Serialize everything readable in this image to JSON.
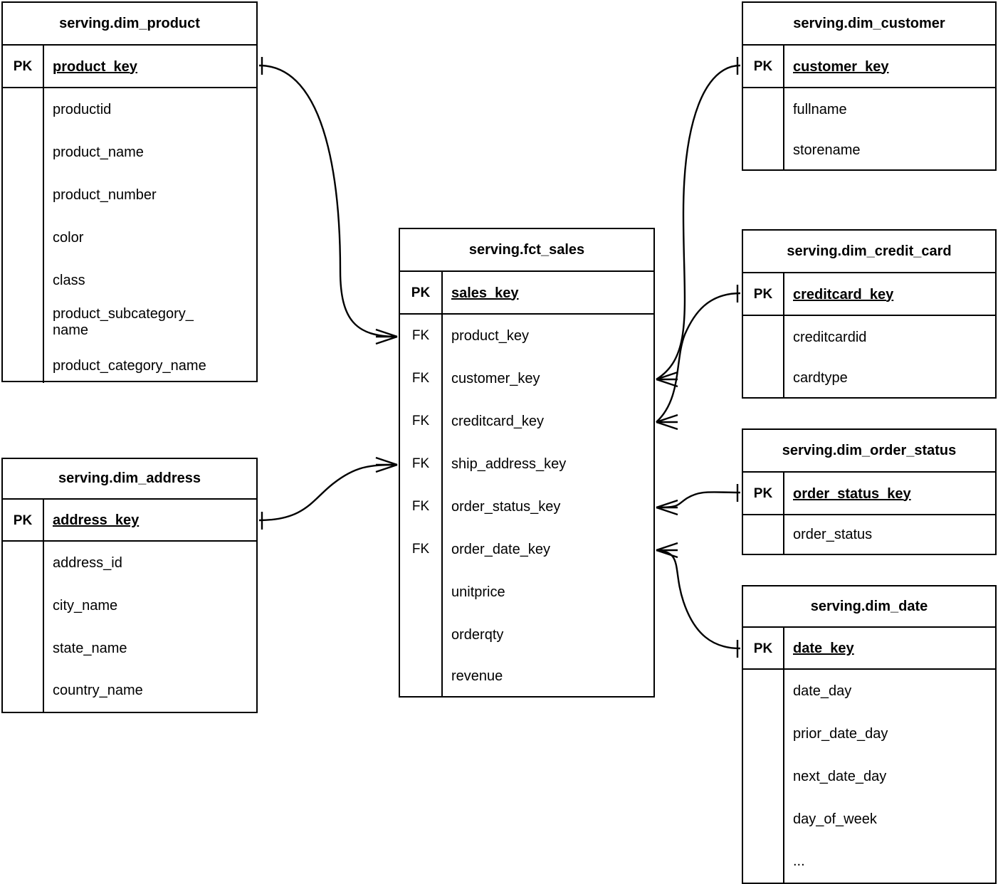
{
  "diagram": {
    "type": "entity-relationship-diagram",
    "notation": "crow-foot",
    "background_color": "#ffffff",
    "line_color": "#000000",
    "text_color": "#000000"
  },
  "labels": {
    "pk": "PK",
    "fk": "FK"
  },
  "entities": {
    "dim_product": {
      "title": "serving.dim_product",
      "primary_key": {
        "key_label": "PK",
        "name": "product_key"
      },
      "attributes": [
        "productid",
        "product_name",
        "product_number",
        "color",
        "class",
        "product_subcategory_\nname",
        "product_category_name"
      ]
    },
    "dim_address": {
      "title": "serving.dim_address",
      "primary_key": {
        "key_label": "PK",
        "name": "address_key"
      },
      "attributes": [
        "address_id",
        "city_name",
        "state_name",
        "country_name"
      ]
    },
    "fct_sales": {
      "title": "serving.fct_sales",
      "primary_key": {
        "key_label": "PK",
        "name": "sales_key"
      },
      "columns": [
        {
          "key_label": "FK",
          "name": "product_key"
        },
        {
          "key_label": "FK",
          "name": "customer_key"
        },
        {
          "key_label": "FK",
          "name": "creditcard_key"
        },
        {
          "key_label": "FK",
          "name": "ship_address_key"
        },
        {
          "key_label": "FK",
          "name": "order_status_key"
        },
        {
          "key_label": "FK",
          "name": "order_date_key"
        },
        {
          "key_label": "",
          "name": "unitprice"
        },
        {
          "key_label": "",
          "name": "orderqty"
        },
        {
          "key_label": "",
          "name": "revenue"
        }
      ]
    },
    "dim_customer": {
      "title": "serving.dim_customer",
      "primary_key": {
        "key_label": "PK",
        "name": "customer_key"
      },
      "attributes": [
        "fullname",
        "storename"
      ]
    },
    "dim_credit_card": {
      "title": "serving.dim_credit_card",
      "primary_key": {
        "key_label": "PK",
        "name": "creditcard_key"
      },
      "attributes": [
        "creditcardid",
        "cardtype"
      ]
    },
    "dim_order_status": {
      "title": "serving.dim_order_status",
      "primary_key": {
        "key_label": "PK",
        "name": "order_status_key"
      },
      "attributes": [
        "order_status"
      ]
    },
    "dim_date": {
      "title": "serving.dim_date",
      "primary_key": {
        "key_label": "PK",
        "name": "date_key"
      },
      "attributes": [
        "date_day",
        "prior_date_day",
        "next_date_day",
        "day_of_week",
        "..."
      ]
    }
  },
  "relationships": [
    {
      "from": "dim_product.product_key",
      "to": "fct_sales.product_key",
      "from_cardinality": "one",
      "to_cardinality": "many"
    },
    {
      "from": "dim_address.address_key",
      "to": "fct_sales.ship_address_key",
      "from_cardinality": "one",
      "to_cardinality": "many"
    },
    {
      "from": "dim_customer.customer_key",
      "to": "fct_sales.customer_key",
      "from_cardinality": "one",
      "to_cardinality": "many"
    },
    {
      "from": "dim_credit_card.creditcard_key",
      "to": "fct_sales.creditcard_key",
      "from_cardinality": "one",
      "to_cardinality": "many"
    },
    {
      "from": "dim_order_status.order_status_key",
      "to": "fct_sales.order_status_key",
      "from_cardinality": "one",
      "to_cardinality": "many"
    },
    {
      "from": "dim_date.date_key",
      "to": "fct_sales.order_date_key",
      "from_cardinality": "one",
      "to_cardinality": "many"
    }
  ]
}
